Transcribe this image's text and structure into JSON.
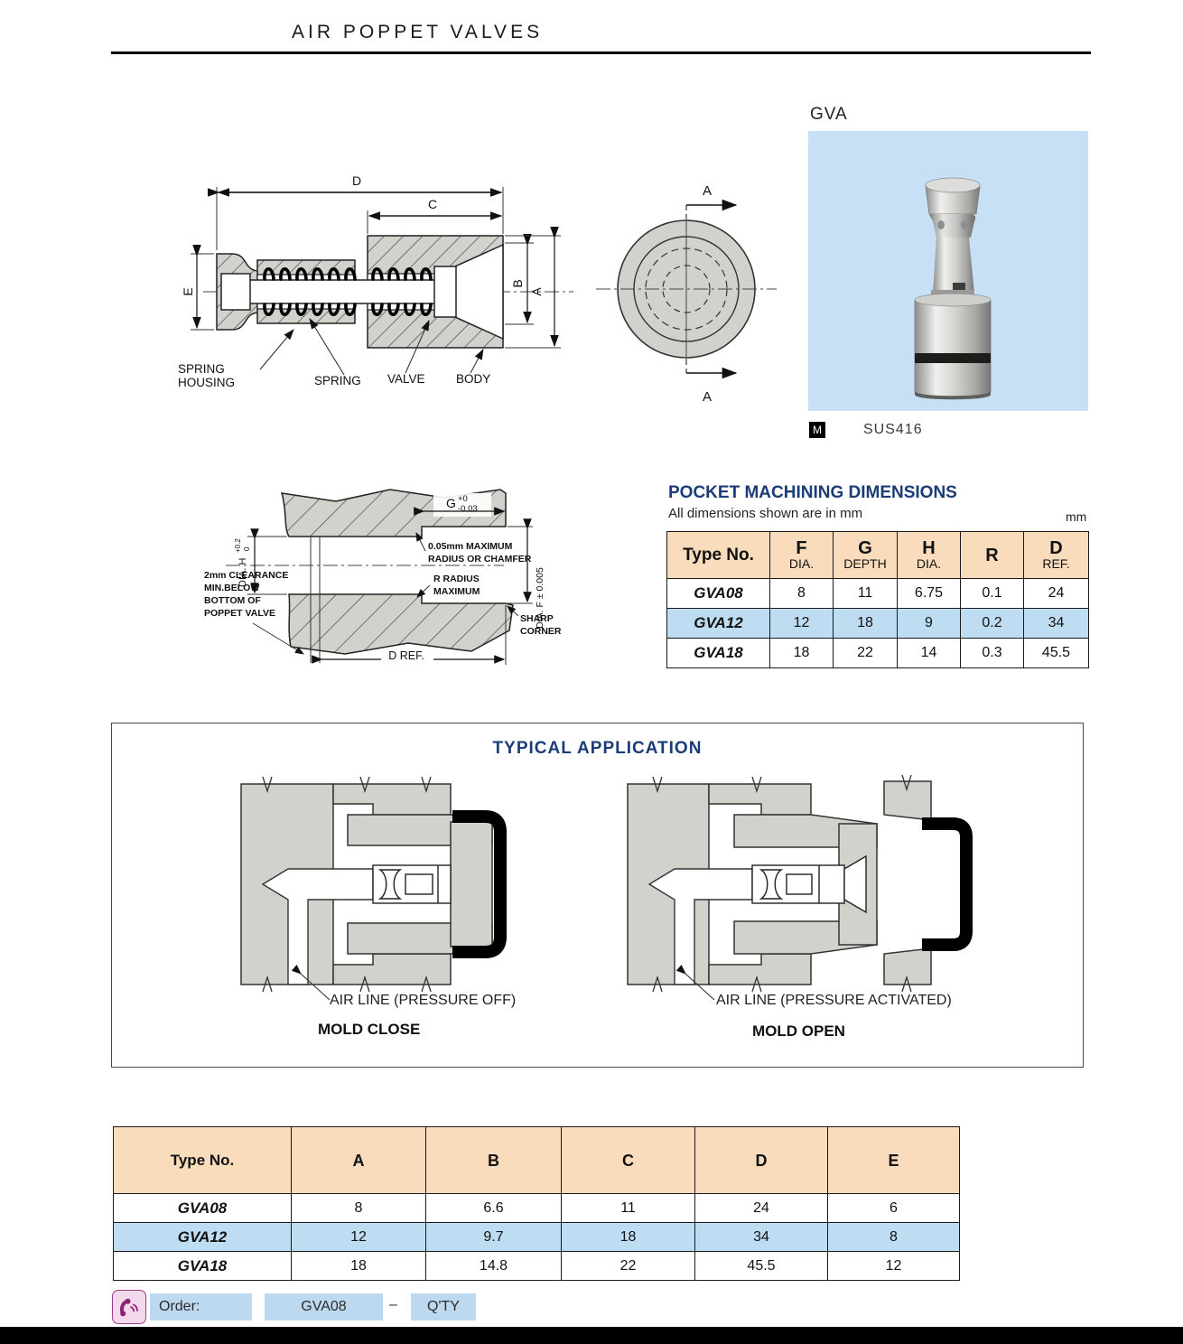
{
  "page": {
    "title": "AIR POPPET VALVES",
    "product_code": "GVA",
    "material_badge": "M",
    "material": "SUS416"
  },
  "cross_section": {
    "dims": {
      "d": "D",
      "c": "C",
      "e": "E",
      "b": "B",
      "a": "A"
    },
    "section_mark": "A",
    "parts": {
      "spring_housing_1": "SPRING",
      "spring_housing_2": "HOUSING",
      "spring": "SPRING",
      "valve": "VALVE",
      "body": "BODY"
    }
  },
  "pocket_drawing": {
    "g": "G",
    "g_tol_top": "+0",
    "g_tol_bot": "-0.03",
    "chamfer_1": "0.05mm MAXIMUM",
    "chamfer_2": "RADIUS OR CHAMFER",
    "dia_h": "DIA. H",
    "h_tol_top": "+0.2",
    "h_tol_bot": "0",
    "r_radius_1": "R RADIUS",
    "r_radius_2": "MAXIMUM",
    "dia_f": "DIA. F ± 0.005",
    "clear_1": "2mm CLEARANCE",
    "clear_2": "MIN.BELOW",
    "clear_3": "BOTTOM OF",
    "clear_4": "POPPET VALVE",
    "sharp_1": "SHARP",
    "sharp_2": "CORNER",
    "d_ref": "D REF."
  },
  "pocket_table": {
    "title": "POCKET MACHINING DIMENSIONS",
    "subtitle": "All dimensions shown are in mm",
    "unit": "mm",
    "headers": [
      {
        "main": "Type No.",
        "sub": ""
      },
      {
        "main": "F",
        "sub": "DIA."
      },
      {
        "main": "G",
        "sub": "DEPTH"
      },
      {
        "main": "H",
        "sub": "DIA."
      },
      {
        "main": "R",
        "sub": ""
      },
      {
        "main": "D",
        "sub": "REF."
      }
    ],
    "rows": [
      {
        "type": "GVA08",
        "values": [
          "8",
          "11",
          "6.75",
          "0.1",
          "24"
        ]
      },
      {
        "type": "GVA12",
        "values": [
          "12",
          "18",
          "9",
          "0.2",
          "34"
        ]
      },
      {
        "type": "GVA18",
        "values": [
          "18",
          "22",
          "14",
          "0.3",
          "45.5"
        ]
      }
    ]
  },
  "application": {
    "title": "TYPICAL APPLICATION",
    "left_line": "AIR LINE (PRESSURE OFF)",
    "left_caption": "MOLD CLOSE",
    "right_line": "AIR LINE (PRESSURE ACTIVATED)",
    "right_caption": "MOLD OPEN"
  },
  "dim_table": {
    "headers": [
      "Type No.",
      "A",
      "B",
      "C",
      "D",
      "E"
    ],
    "rows": [
      {
        "type": "GVA08",
        "values": [
          "8",
          "6.6",
          "11",
          "24",
          "6"
        ]
      },
      {
        "type": "GVA12",
        "values": [
          "12",
          "9.7",
          "18",
          "34",
          "8"
        ]
      },
      {
        "type": "GVA18",
        "values": [
          "18",
          "14.8",
          "22",
          "45.5",
          "12"
        ]
      }
    ]
  },
  "order": {
    "label": "Order:",
    "part": "GVA08",
    "separator": "–",
    "qty": "Q'TY"
  },
  "colors": {
    "header_peach": "#f8dcbc",
    "row_blue": "#bedDF2",
    "heading_navy": "#1b3c78",
    "photo_bg": "#c7e0f5",
    "drawing_gray": "#d2d2cc",
    "order_box_blue": "#bdd9ef",
    "phone_purple": "#8b2277"
  }
}
